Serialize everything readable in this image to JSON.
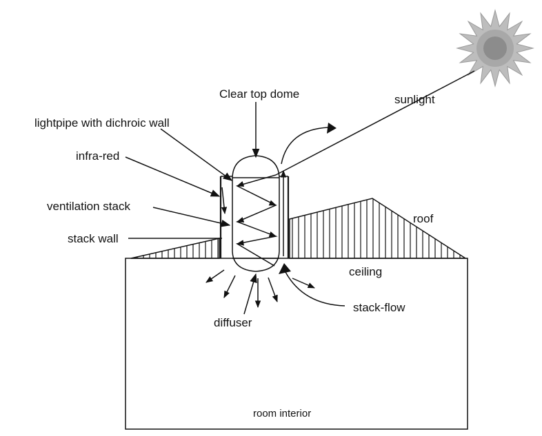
{
  "labels": {
    "clear_top_dome": "Clear top dome",
    "sunlight": "sunlight",
    "lightpipe": "lightpipe with dichroic wall",
    "infra_red": "infra-red",
    "ventilation_stack": "ventilation stack",
    "stack_wall": "stack wall",
    "roof": "roof",
    "ceiling": "ceiling",
    "stack_flow": "stack-flow",
    "diffuser": "diffuser",
    "room_interior": "room interior"
  },
  "colors": {
    "line": "#111111",
    "sun_outer": "#bdbdbd",
    "sun_inner": "#8c8c8c",
    "background": "#ffffff"
  }
}
